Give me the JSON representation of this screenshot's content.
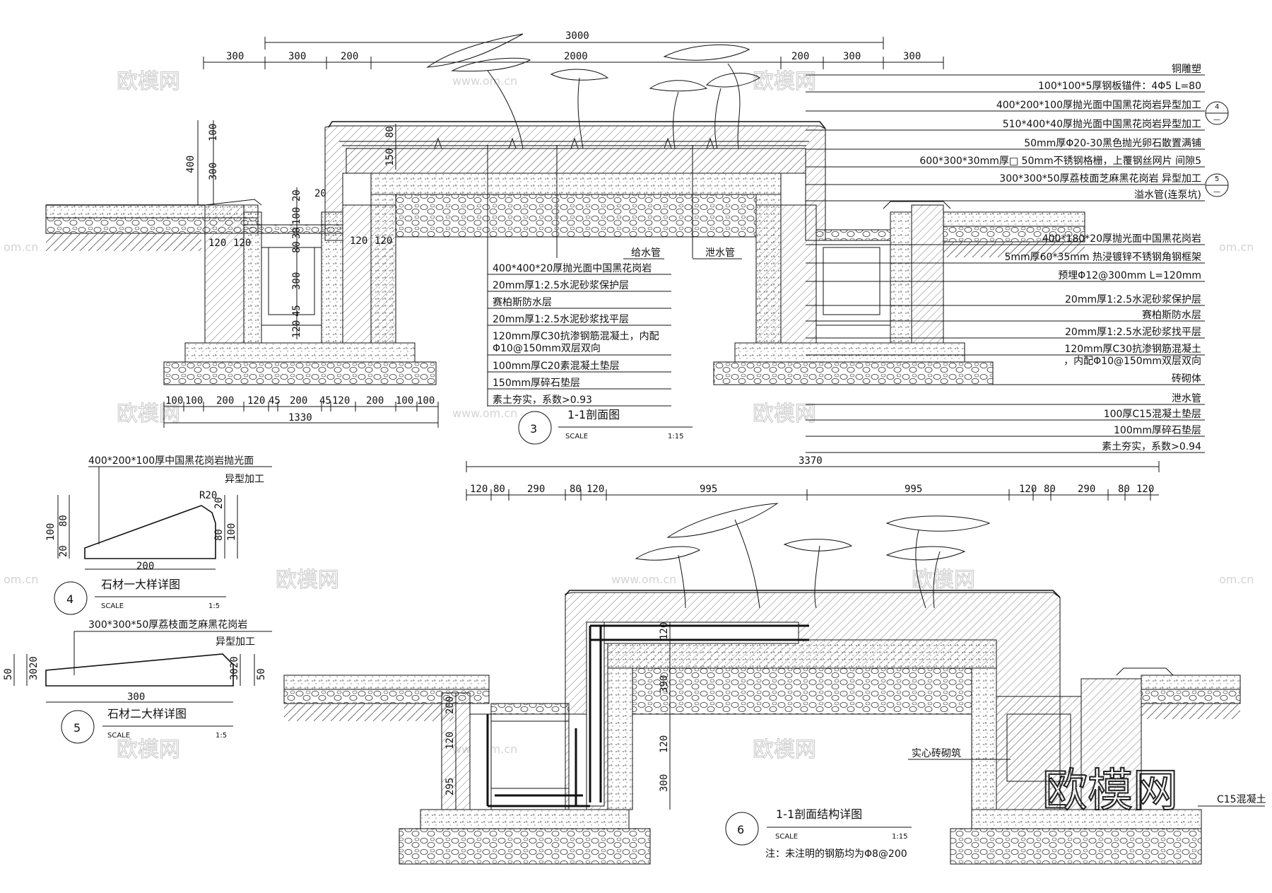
{
  "section_1_1": {
    "top_dims_overall": "3000",
    "top_dims_row": [
      "300",
      "300",
      "200",
      "2000",
      "200",
      "300",
      "300"
    ],
    "left_vertical_dims": [
      "400",
      "100",
      "300"
    ],
    "mid_vertical_dims": [
      "80",
      "150",
      "20",
      "20",
      "100",
      "30",
      "80",
      "300",
      "45",
      "120"
    ],
    "left_horizontal_dims": [
      "120",
      "120",
      "120",
      "120"
    ],
    "bottom_dims_row": [
      "100",
      "100",
      "200",
      "120",
      "45",
      "200",
      "45",
      "120",
      "200",
      "100",
      "100"
    ],
    "bottom_dims_overall": "1330",
    "right_overall": "3370",
    "inner_pipe_labels": [
      "给水管",
      "泄水管"
    ],
    "layer_table": [
      "400*400*20厚抛光面中国黑花岗岩",
      "20mm厚1:2.5水泥砂浆保护层",
      "赛柏斯防水层",
      "20mm厚1:2.5水泥砂浆找平层",
      "120mm厚C30抗渗钢筋混凝土，内配",
      "Φ10@150mm双层双向",
      "100mm厚C20素混凝土垫层",
      "150mm厚碎石垫层",
      "素土夯实，系数>0.93"
    ],
    "right_callouts": [
      "铜雕塑",
      "100*100*5厚钢板锚件：4Φ5 L=80",
      "400*200*100厚抛光面中国黑花岗岩异型加工",
      "510*400*40厚抛光面中国黑花岗岩异型加工",
      "50mm厚Φ20-30黑色抛光卵石散置满铺",
      "600*300*30mm厚□ 50mm不锈钢格栅，上覆钢丝网片 间隙5",
      "300*300*50厚荔枝面芝麻黑花岗岩 异型加工",
      "溢水管(连泵坑)",
      "400*180*20厚抛光面中国黑花岗岩",
      "5mm厚60*35mm 热浸镀锌不锈钢角钢框架",
      "预埋Φ12@300mm L=120mm",
      "20mm厚1:2.5水泥砂浆保护层",
      "赛柏斯防水层",
      "20mm厚1:2.5水泥砂浆找平层",
      "120mm厚C30抗渗钢筋混凝土",
      "，内配Φ10@150mm双层双向",
      "砖砌体",
      "泄水管",
      "100厚C15混凝土垫层",
      "100mm厚碎石垫层",
      "素土夯实，系数>0.94"
    ],
    "ref_4_top": "4",
    "ref_4_bottom": "—",
    "ref_5_top": "5",
    "ref_5_bottom": "—",
    "title_number": "3",
    "title": "1-1剖面图",
    "scale_label": "SCALE",
    "scale_value": "1:15"
  },
  "detail_4": {
    "header": "400*200*100厚中国黑花岗岩抛光面",
    "sub": "异型加工",
    "radius": "R20",
    "dims_left": [
      "100",
      "80",
      "20"
    ],
    "dims_right": [
      "20",
      "80",
      "100"
    ],
    "width": "200",
    "title_number": "4",
    "title": "石材一大样详图",
    "scale_label": "SCALE",
    "scale_value": "1:5"
  },
  "detail_5": {
    "header": "300*300*50厚荔枝面芝麻黑花岗岩",
    "sub": "异型加工",
    "dims_left": [
      "50",
      "30",
      "20"
    ],
    "dims_right": [
      "30",
      "20",
      "50"
    ],
    "width": "300",
    "title_number": "5",
    "title": "石材二大样详图",
    "scale_label": "SCALE",
    "scale_value": "1:5"
  },
  "section_structure": {
    "top_dims_overall": "3370",
    "top_dims_row": [
      "120",
      "80",
      "290",
      "80",
      "120",
      "995",
      "995",
      "120",
      "80",
      "290",
      "80",
      "120"
    ],
    "vertical_dims_inner": [
      "120",
      "390",
      "120",
      "300"
    ],
    "vertical_dims_left": [
      "200",
      "120",
      "295"
    ],
    "brick_label": "实心砖砌筑",
    "c15_label": "C15混凝土",
    "title_number": "6",
    "title": "1-1剖面结构详图",
    "scale_label": "SCALE",
    "scale_value": "1:15",
    "note": "注：未注明的钢筋均为Φ8@200"
  },
  "watermarks": {
    "brand": "欧模网",
    "site": "www.om.cn",
    "site_short": "om.cn",
    "big": "欧模网"
  }
}
